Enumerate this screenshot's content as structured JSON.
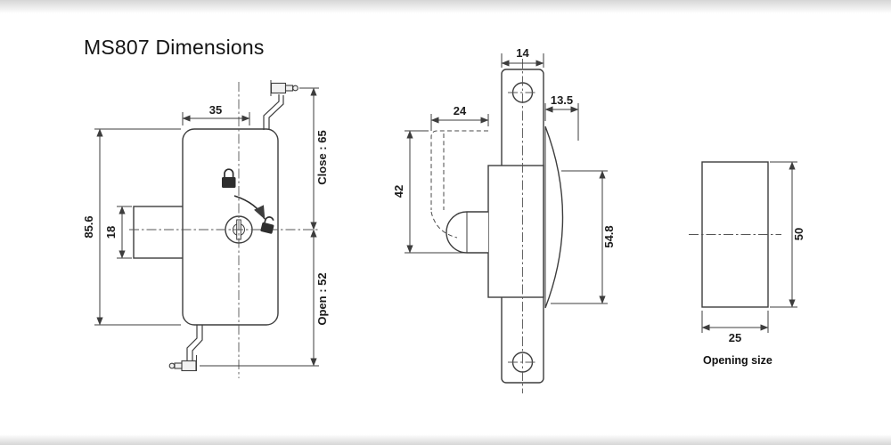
{
  "title": "MS807 Dimensions",
  "front_view": {
    "dim_top_width": "35",
    "dim_total_height": "85.6",
    "dim_latch_height": "18",
    "dim_close_travel": "Close : 65",
    "dim_open_travel": "Open : 52"
  },
  "side_view": {
    "dim_plate_width": "14",
    "dim_cam_reach": "24",
    "dim_handle_bow": "13.5",
    "dim_cam_travel": "42",
    "dim_cam_height": "54.8"
  },
  "opening_view": {
    "dim_height": "50",
    "dim_width": "25",
    "caption": "Opening size"
  },
  "icons": {
    "closed_lock": "closed-padlock",
    "open_lock": "open-padlock",
    "rotation_arrow": "clockwise-arrow"
  },
  "colors": {
    "line": "#3d3d3d",
    "text": "#1c1c1c",
    "background": "#ffffff",
    "edge_band": "#d6d6d6"
  }
}
